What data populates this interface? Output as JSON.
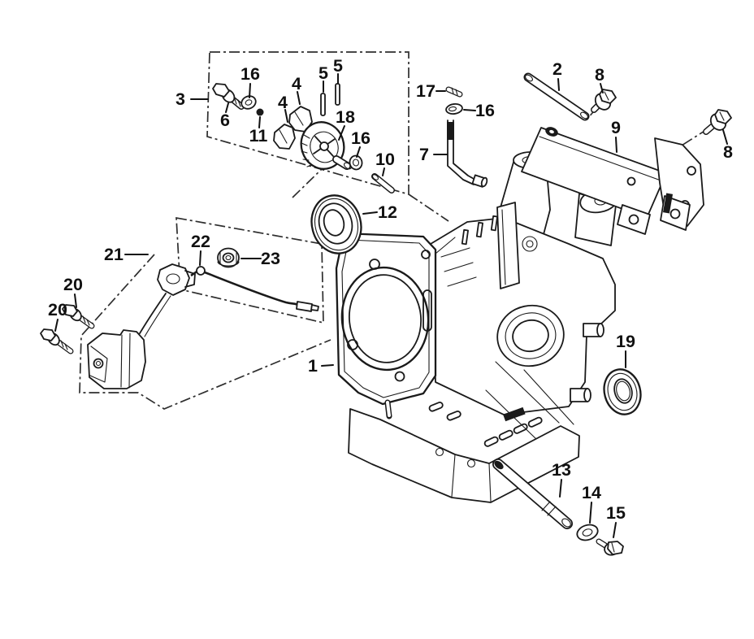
{
  "figure": {
    "type": "exploded-parts-diagram",
    "subject": "engine-crankcase-cylinder-barrel-assembly",
    "background_color": "#ffffff",
    "line_color": "#1a1a1a",
    "label_color": "#111111"
  },
  "callouts": [
    {
      "label": "3"
    },
    {
      "label": "16"
    },
    {
      "label": "6"
    },
    {
      "label": "11"
    },
    {
      "label": "4"
    },
    {
      "label": "4"
    },
    {
      "label": "5"
    },
    {
      "label": "5"
    },
    {
      "label": "18"
    },
    {
      "label": "16"
    },
    {
      "label": "10"
    },
    {
      "label": "12"
    },
    {
      "label": "17"
    },
    {
      "label": "16"
    },
    {
      "label": "7"
    },
    {
      "label": "2"
    },
    {
      "label": "8"
    },
    {
      "label": "9"
    },
    {
      "label": "8"
    },
    {
      "label": "1"
    },
    {
      "label": "19"
    },
    {
      "label": "13"
    },
    {
      "label": "14"
    },
    {
      "label": "15"
    },
    {
      "label": "20"
    },
    {
      "label": "20"
    },
    {
      "label": "21"
    },
    {
      "label": "22"
    },
    {
      "label": "23"
    }
  ]
}
